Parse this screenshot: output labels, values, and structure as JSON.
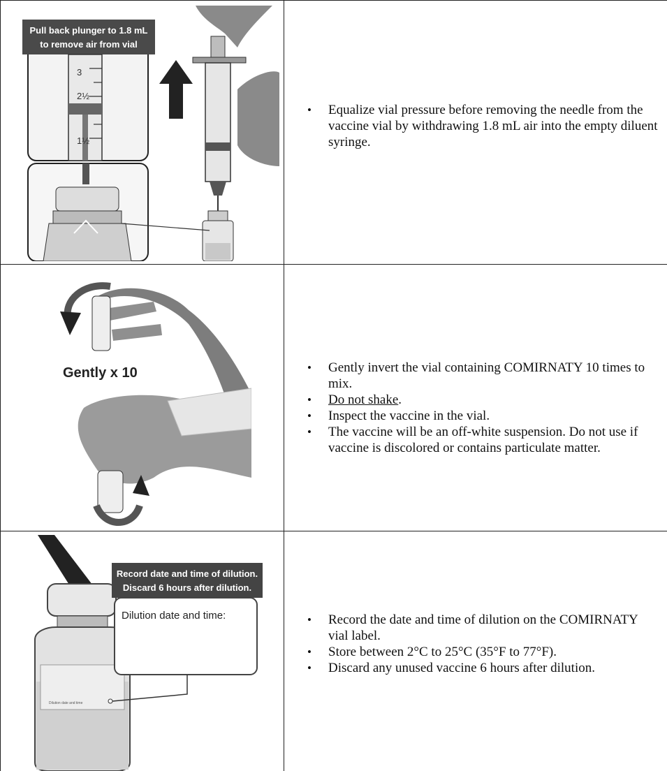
{
  "rows": [
    {
      "callout": [
        "Pull back plunger to 1.8 mL",
        "to remove air from vial"
      ],
      "bullets": [
        "Equalize vial pressure before removing the needle from the vaccine vial by withdrawing 1.8 mL air into the empty diluent syringe."
      ]
    },
    {
      "label": "Gently x 10",
      "bullets": [
        "Gently invert the vial containing COMIRNATY 10 times to mix.",
        "Do not shake",
        "Inspect the vaccine in the vial.",
        "The vaccine will be an off-white suspension. Do not use if vaccine is discolored or contains particulate matter."
      ],
      "bullet2_suffix": "."
    },
    {
      "callout": [
        "Record date and time of dilution.",
        "Discard 6 hours after dilution."
      ],
      "label_box": "Dilution date and time:",
      "vial_label_small": "Dilution date and time",
      "bullets": [
        "Record the date and time of dilution on the COMIRNATY vial label.",
        "Store between 2°C to 25°C (35°F to 77°F).",
        "Discard any unused vaccine 6 hours after dilution."
      ]
    }
  ]
}
